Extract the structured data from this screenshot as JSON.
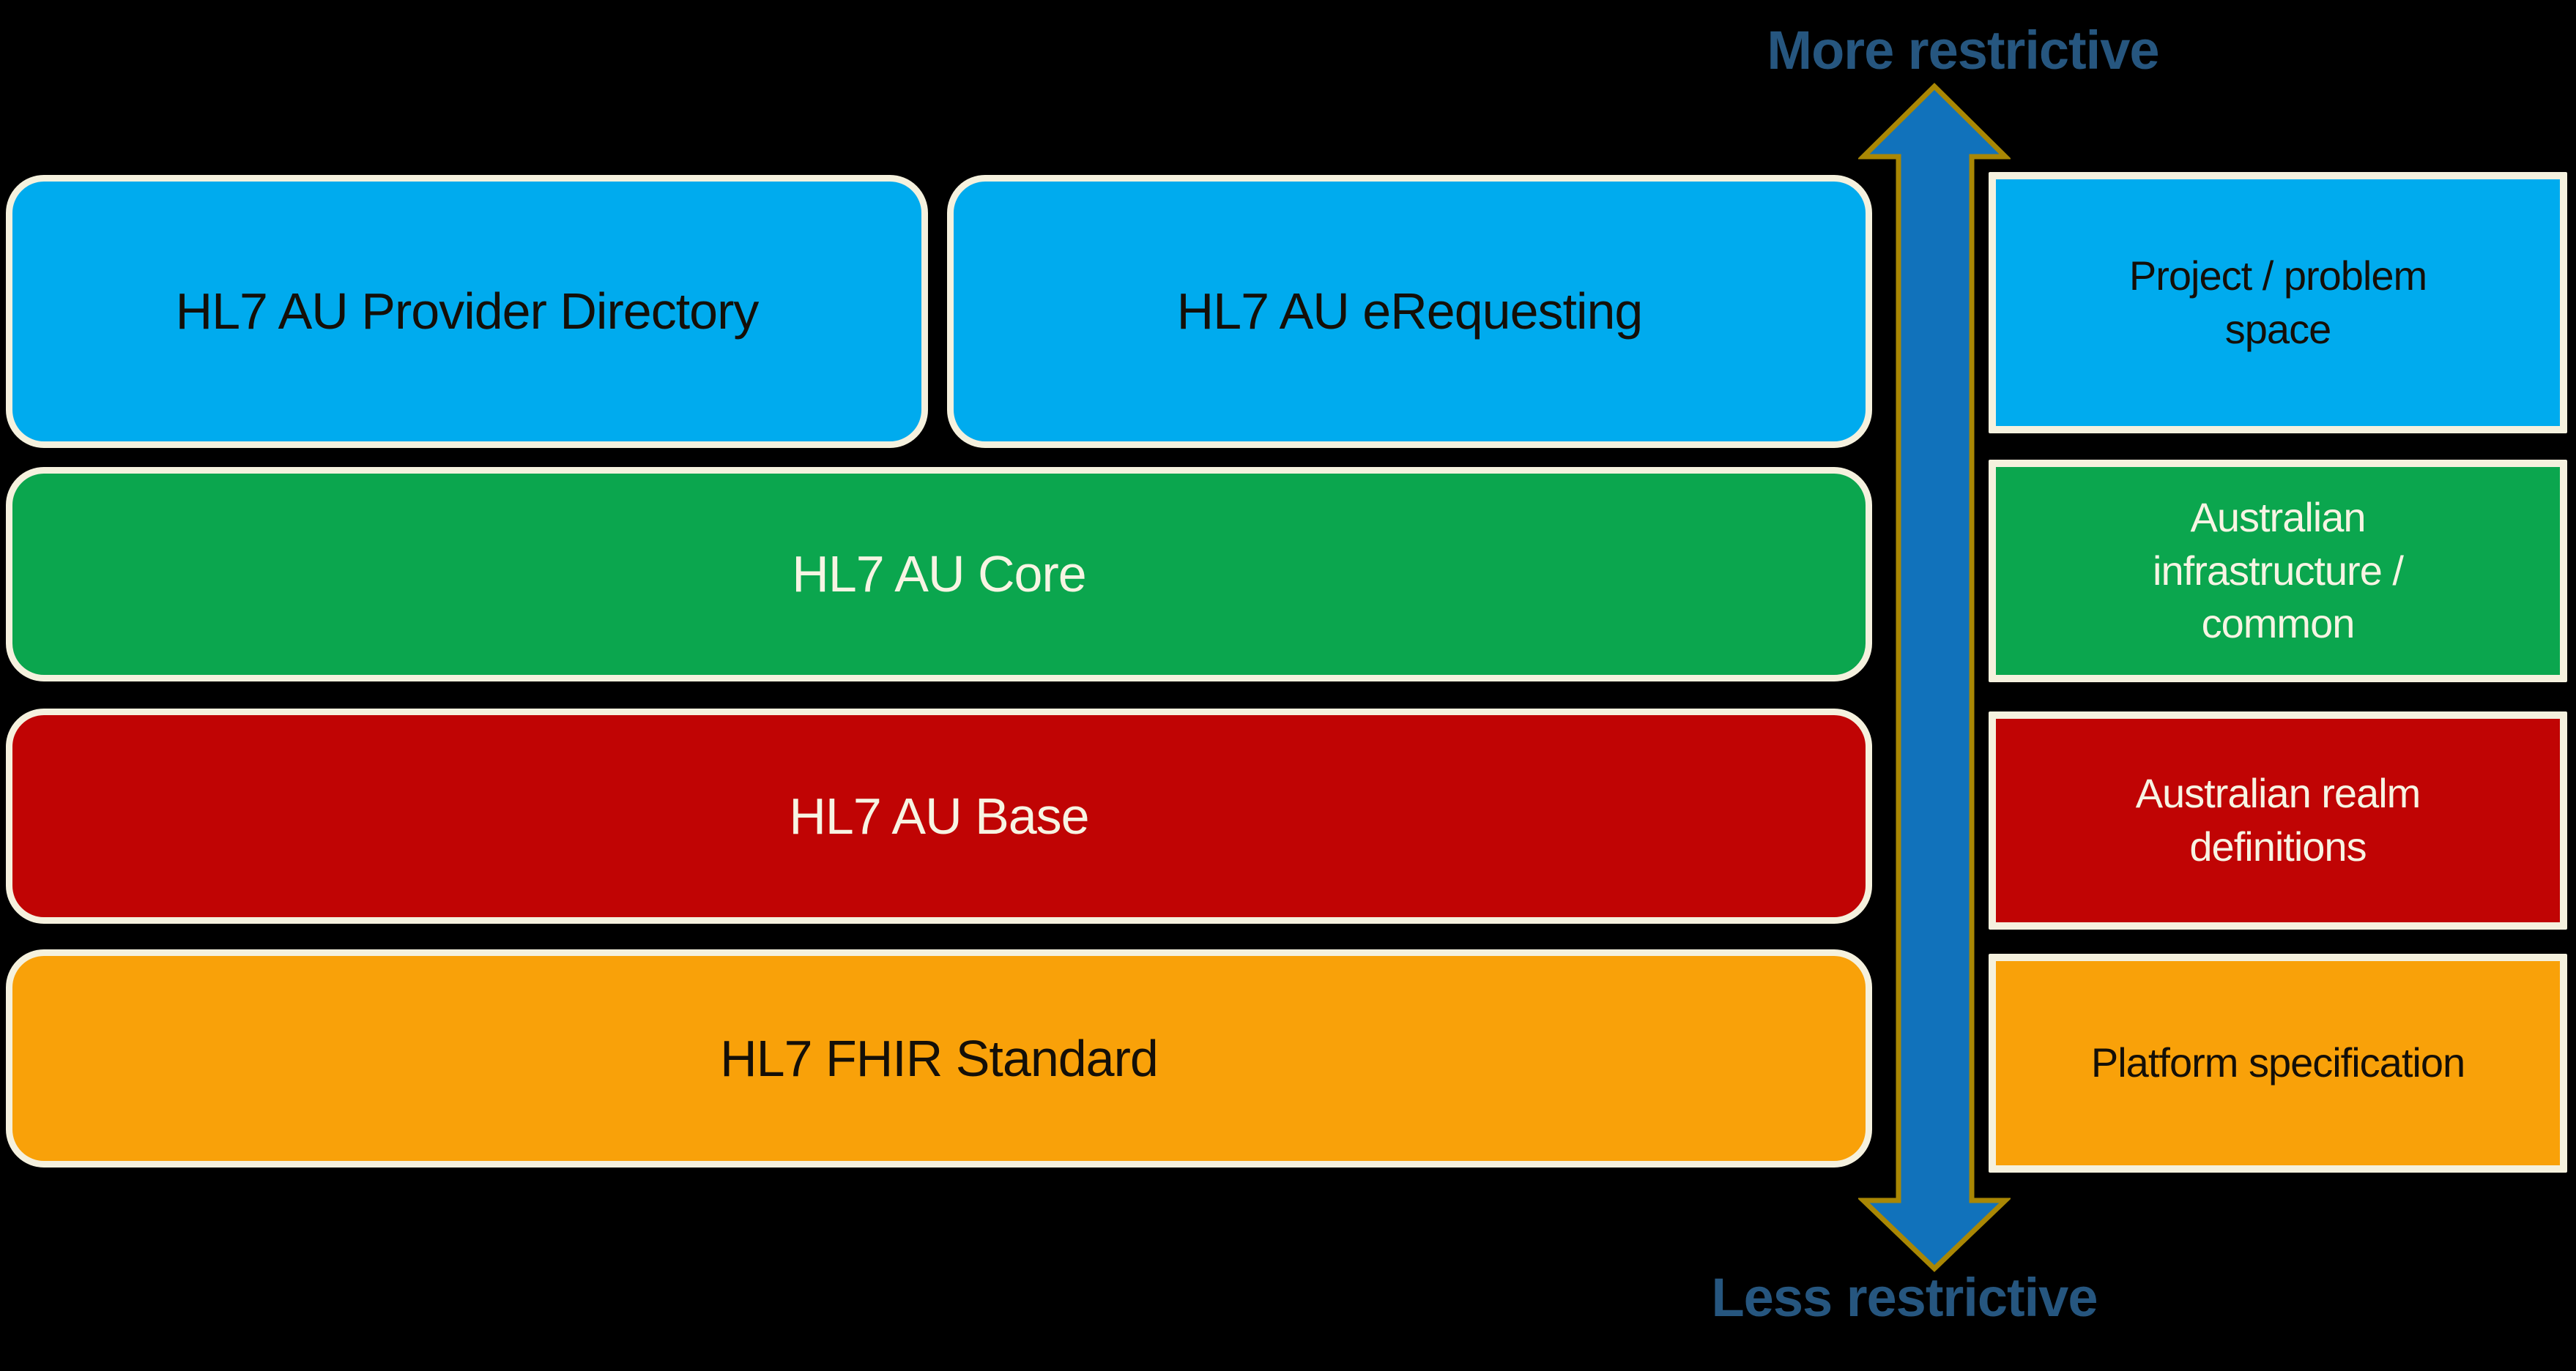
{
  "axis": {
    "more_label": "More restrictive",
    "less_label": "Less restrictive",
    "label_color": "#26567F"
  },
  "arrow": {
    "name": "restrictiveness-axis-arrow",
    "fill": "#1172BB",
    "stroke": "#A98704"
  },
  "stack": [
    {
      "id": "provider-directory",
      "label": "HL7 AU Provider Directory",
      "color": "#00ABEE",
      "text_color": "#140F08"
    },
    {
      "id": "erequesting",
      "label": "HL7 AU eRequesting",
      "color": "#00ABEE",
      "text_color": "#140F08"
    },
    {
      "id": "au-core",
      "label": "HL7 AU Core",
      "color": "#0BA64E",
      "text_color": "#F7F4E3"
    },
    {
      "id": "au-base",
      "label": "HL7 AU Base",
      "color": "#C00404",
      "text_color": "#F7F4E3"
    },
    {
      "id": "fhir-standard",
      "label": "HL7 FHIR Standard",
      "color": "#F9A109",
      "text_color": "#140F08"
    }
  ],
  "annotations": [
    {
      "id": "project-problem-space",
      "label": "Project / problem\nspace",
      "color": "#00ABEE",
      "text_color": "#140F08"
    },
    {
      "id": "australian-infrastructure",
      "label": "Australian\ninfrastructure /\ncommon",
      "color": "#0BA64E",
      "text_color": "#F7F4E3"
    },
    {
      "id": "australian-realm",
      "label": "Australian realm\ndefinitions",
      "color": "#C00404",
      "text_color": "#F7F4E3"
    },
    {
      "id": "platform-specification",
      "label": "Platform specification",
      "color": "#F9A109",
      "text_color": "#140F08"
    }
  ],
  "border_color": "#F5F1DE"
}
